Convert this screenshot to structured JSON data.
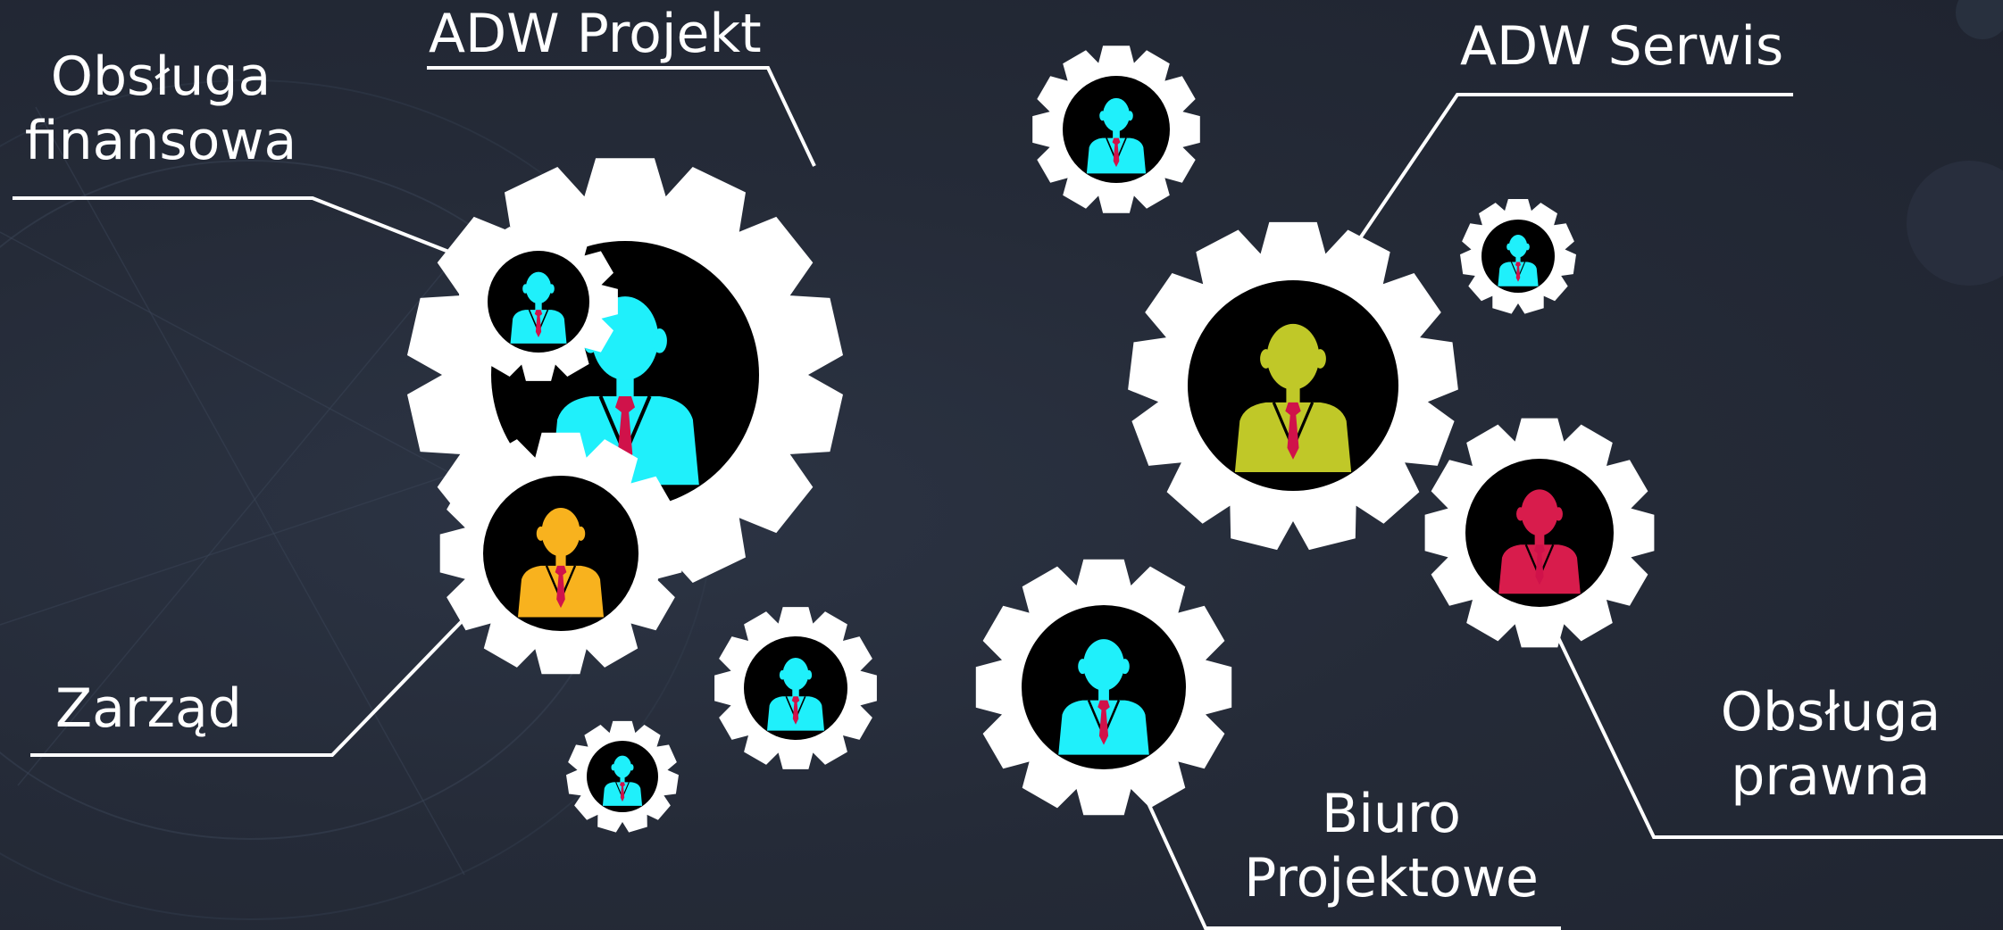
{
  "colors": {
    "background": "#232936",
    "gear": "#ffffff",
    "person_cyan": "#1ff0fb",
    "person_olive": "#c0c828",
    "person_orange": "#f8b21e",
    "person_crimson": "#d81c4c",
    "tie": "#d0124a",
    "leader_line": "#ffffff"
  },
  "labels": {
    "adw_projekt": "ADW Projekt",
    "adw_serwis": "ADW Serwis",
    "obsluga_finansowa": "Obsługa\nfinansowa",
    "zarzad": "Zarząd",
    "obsluga_prawna": "Obsługa\nprawna",
    "biuro_projektowe": "Biuro\nProjektowe"
  },
  "icons": {
    "gear": "gear-icon",
    "person": "person-icon"
  }
}
